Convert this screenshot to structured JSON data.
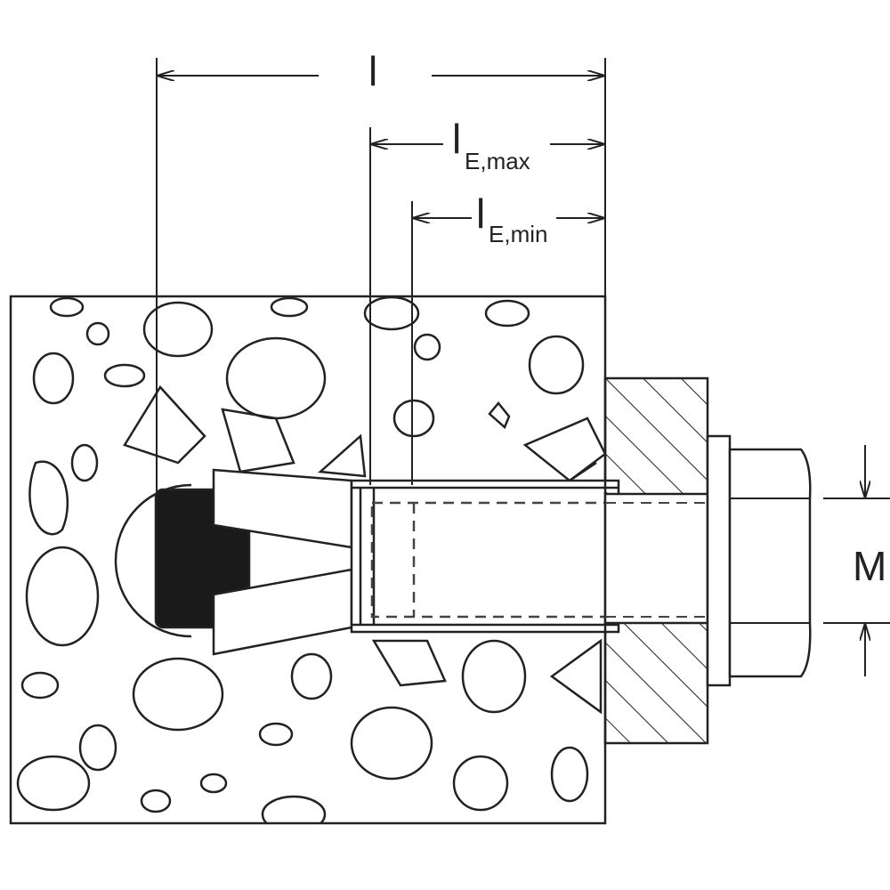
{
  "labels": {
    "l": "l",
    "le_max_main": "l",
    "le_max_sub": "E,max",
    "le_min_main": "l",
    "le_min_sub": "E,min",
    "m": "M"
  },
  "colors": {
    "line": "#222222",
    "fill_dark": "#1a1a1a",
    "background": "#ffffff"
  }
}
